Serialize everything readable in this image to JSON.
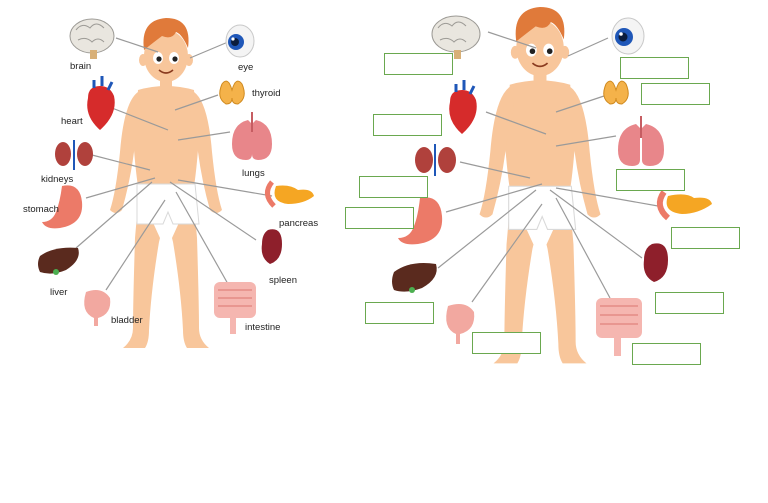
{
  "labeled_diagram": {
    "labels": {
      "brain": "brain",
      "eye": "eye",
      "thyroid": "thyroid",
      "heart": "heart",
      "lungs": "lungs",
      "kidneys": "kidneys",
      "stomach": "stomach",
      "pancreas": "pancreas",
      "spleen": "spleen",
      "liver": "liver",
      "bladder": "bladder",
      "intestine": "intestine"
    }
  },
  "worksheet": {
    "blank_box_count": 12
  },
  "colors": {
    "skin": "#f8c69b",
    "skin_shadow": "#eaa77a",
    "hair": "#e07a3a",
    "underwear": "#ffffff",
    "line": "#9a9a9a",
    "box_border": "#6aa84f",
    "heart": "#d62b2b",
    "lungs": "#e8868a",
    "brain": "#e9e6df",
    "eye_iris": "#1f57b8",
    "thyroid": "#f4b24a",
    "kidney": "#b0413c",
    "stomach": "#ec7a68",
    "pancreas": "#f5a623",
    "spleen": "#8e1f2b",
    "liver": "#5a2a1e",
    "bladder": "#f2a8a0",
    "intestine": "#f5b6b0"
  }
}
